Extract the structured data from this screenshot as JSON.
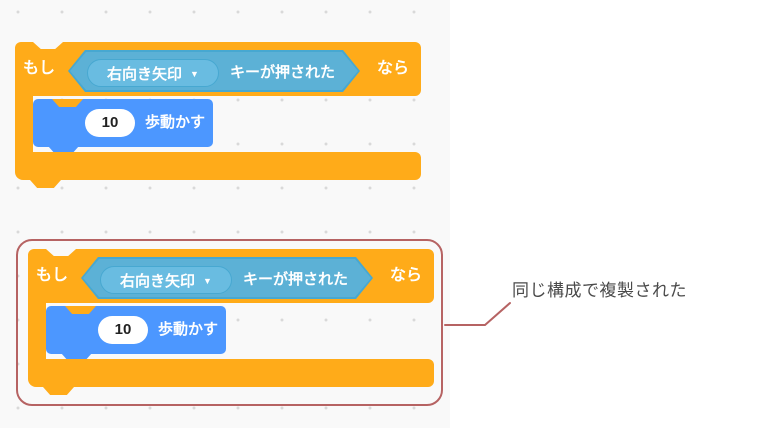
{
  "workspace": {
    "background": "#f9f9f9",
    "dot_color": "#d9d9d9"
  },
  "colors": {
    "control_orange": "#FFAB19",
    "motion_blue": "#4C97FF",
    "sensing_cyan": "#5CB1D6",
    "sensing_border": "#47A8D1",
    "annotation_red": "#b66363"
  },
  "scripts": [
    {
      "type": "if-then",
      "if_label": "もし",
      "then_label": "なら",
      "condition": {
        "type": "key-pressed",
        "dropdown_value": "右向き矢印",
        "dropdown_caret": "▼",
        "suffix_label": "キーが押された"
      },
      "body": [
        {
          "type": "move-steps",
          "value": "10",
          "suffix_label": "歩動かす"
        }
      ]
    },
    {
      "type": "if-then",
      "if_label": "もし",
      "then_label": "なら",
      "condition": {
        "type": "key-pressed",
        "dropdown_value": "右向き矢印",
        "dropdown_caret": "▼",
        "suffix_label": "キーが押された"
      },
      "body": [
        {
          "type": "move-steps",
          "value": "10",
          "suffix_label": "歩動かす"
        }
      ]
    }
  ],
  "annotation": {
    "label": "同じ構成で複製された"
  }
}
